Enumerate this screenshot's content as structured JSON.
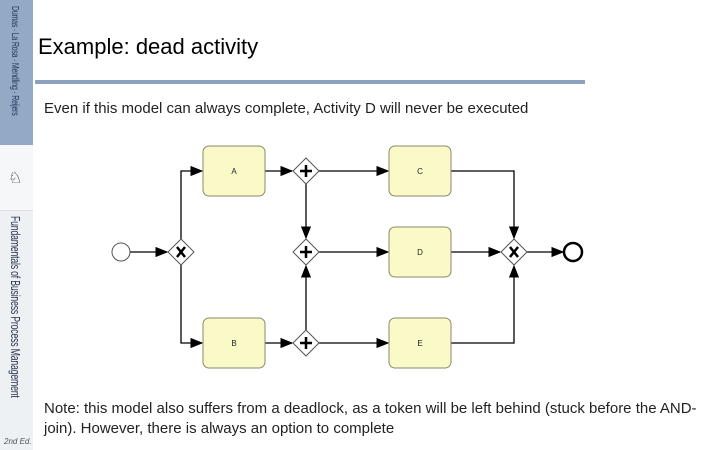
{
  "sidebar": {
    "authors": "Dumas · La Rosa · Mendling · Reijers",
    "book": "Fundamentals of Business Process Management",
    "edition": "2nd Ed."
  },
  "slide": {
    "title": "Example: dead activity",
    "subtitle": "Even if this model can always complete, Activity D will never be executed",
    "note": "Note: this model also suffers from a deadlock, as a token will be left behind (stuck before the AND-join). However, there is always an option to complete"
  },
  "diagram": {
    "tasks": {
      "a": "A",
      "b": "B",
      "c": "C",
      "d": "D",
      "e": "E"
    },
    "task_fill": "#fafac8"
  }
}
